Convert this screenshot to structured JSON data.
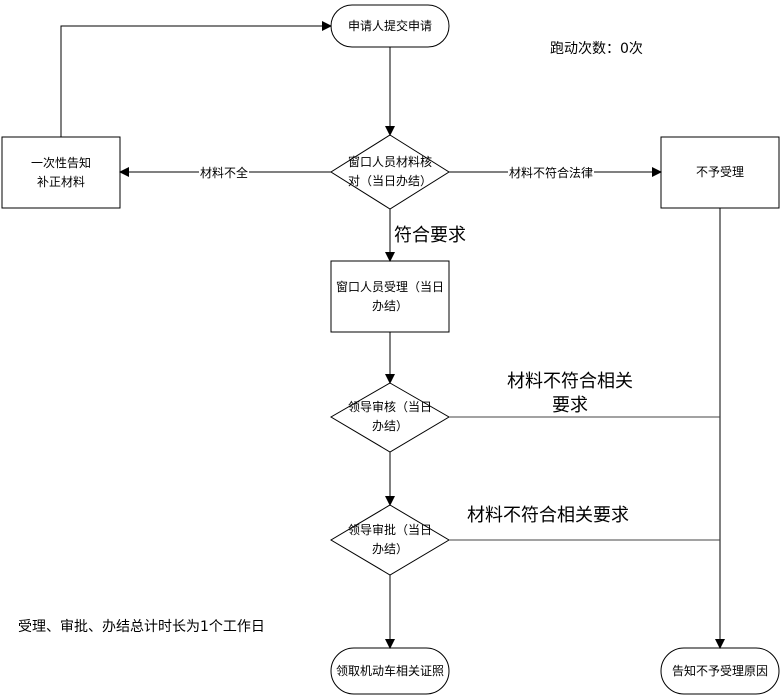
{
  "diagram": {
    "counter_label": "跑动次数：0次",
    "footnote": "受理、审批、办结总计时长为1个工作日",
    "nodes": {
      "start": {
        "type": "terminal",
        "text": "申请人提交申请"
      },
      "check": {
        "type": "decision",
        "text": "窗口人员材料核对（当日办结）"
      },
      "supplement": {
        "type": "process",
        "text_line1": "一次性告知",
        "text_line2": "补正材料"
      },
      "reject": {
        "type": "process",
        "text": "不予受理"
      },
      "accept": {
        "type": "process",
        "text": "窗口人员受理（当日办结）"
      },
      "review": {
        "type": "decision",
        "text": "领导审核（当日办结）"
      },
      "approve": {
        "type": "decision",
        "text": "领导审批（当日办结）"
      },
      "collect": {
        "type": "terminal",
        "text": "领取机动车相关证照"
      },
      "notify": {
        "type": "terminal",
        "text": "告知不予受理原因"
      }
    },
    "edges": {
      "incomplete": "材料不全",
      "illegal": "材料不符合法律",
      "ok": "符合要求",
      "review_fail": "材料不符合相关要求",
      "approve_fail": "材料不符合相关要求"
    }
  }
}
